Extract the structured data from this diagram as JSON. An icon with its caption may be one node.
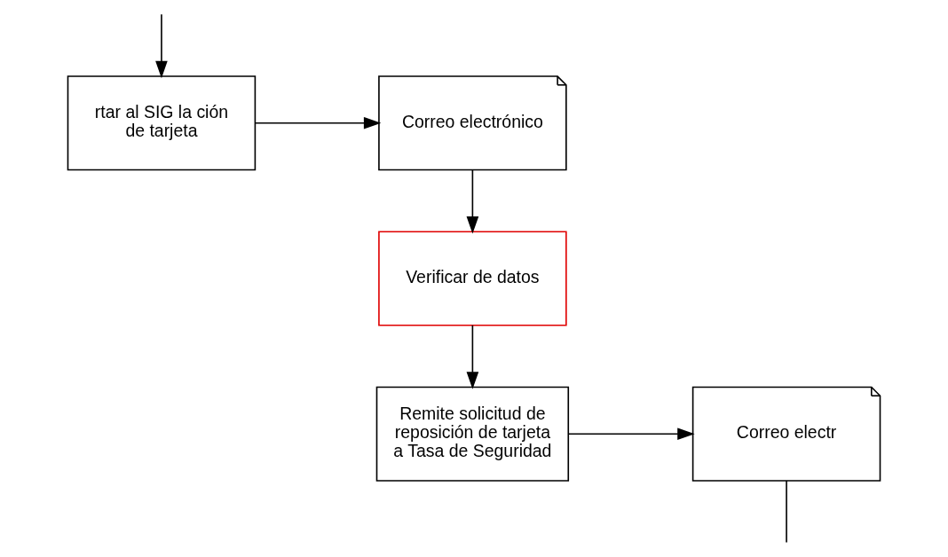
{
  "diagram": {
    "nodes": [
      {
        "text": [
          "rtar al SIG la ción de tarjeta"
        ]
      },
      {
        "text": [
          "Correo electrónico"
        ]
      },
      {
        "text": [
          "Verificar de datos"
        ]
      },
      {
        "text": [
          "Remite solicitud de reposición de tarjeta a Tasa de Seguridad"
        ]
      },
      {
        "text": [
          "Correo electr"
        ]
      }
    ],
    "edges": [
      {
        "from": null,
        "to": 0,
        "arrow": "to"
      },
      {
        "from": 0,
        "to": 1,
        "arrow": "to"
      },
      {
        "from": 1,
        "to": 2,
        "arrow": "to"
      },
      {
        "from": 2,
        "to": 3,
        "arrow": "to"
      },
      {
        "from": 3,
        "to": 4,
        "arrow": "to"
      },
      {
        "from": 4,
        "to": null,
        "arrow": "none"
      }
    ]
  }
}
